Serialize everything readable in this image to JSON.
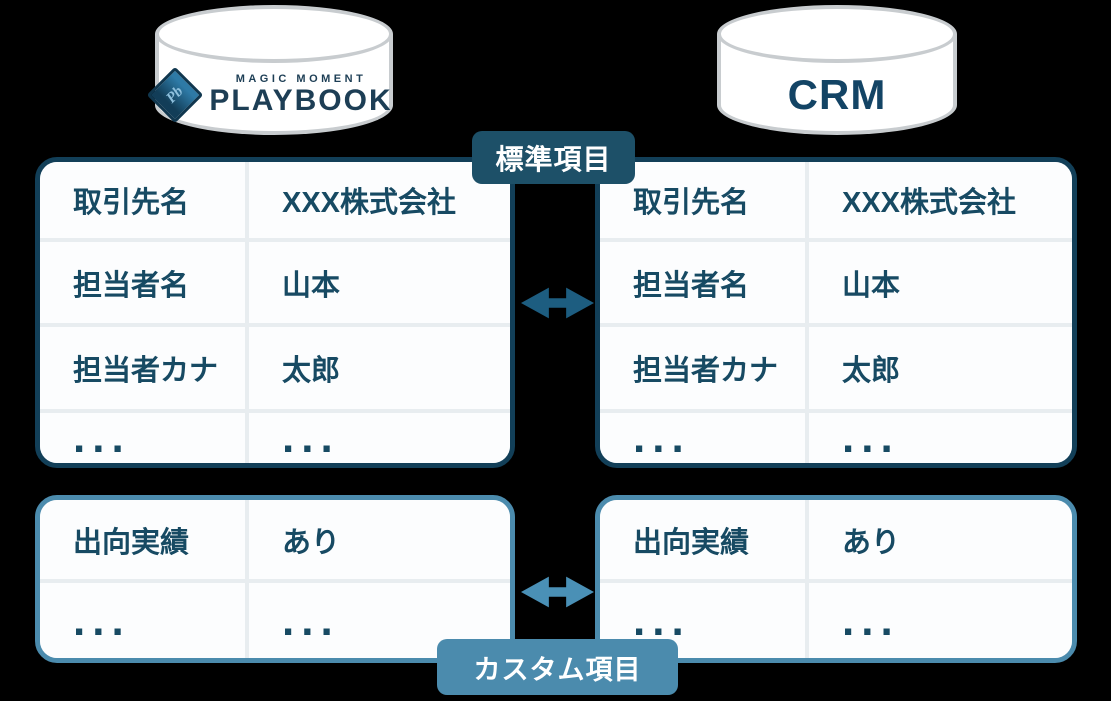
{
  "playbook": {
    "brand_small": "MAGIC MOMENT",
    "brand_large": "PLAYBOOK",
    "icon_text": "Pb"
  },
  "crm": {
    "label": "CRM"
  },
  "badges": {
    "standard": "標準項目",
    "custom": "カスタム項目"
  },
  "standard_rows": [
    {
      "field": "取引先名",
      "value": "XXX株式会社"
    },
    {
      "field": "担当者名",
      "value": "山本"
    },
    {
      "field": "担当者カナ",
      "value": "太郎"
    },
    {
      "field": "...",
      "value": "..."
    }
  ],
  "custom_rows": [
    {
      "field": "出向実績",
      "value": "あり"
    },
    {
      "field": "...",
      "value": "..."
    }
  ],
  "colors": {
    "background": "#000000",
    "standard_accent": "#123f58",
    "standard_badge": "#1d5068",
    "standard_arrow": "#1d5d80",
    "custom_accent": "#4b8bad",
    "cell_text": "#174a63",
    "cell_background": "#fcfdfe",
    "cylinder_border": "#c8cccf"
  }
}
